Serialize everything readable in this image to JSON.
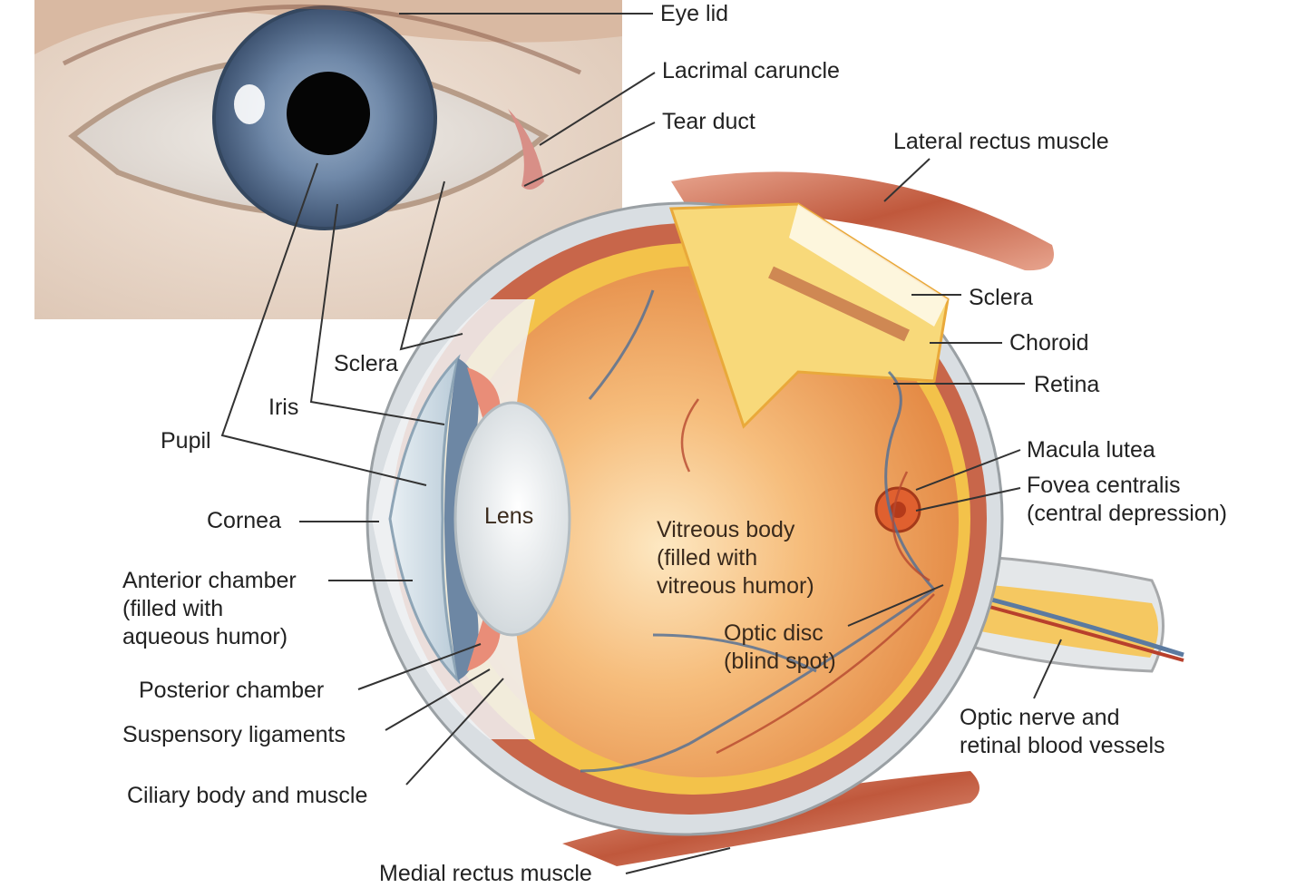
{
  "labels": {
    "eye_lid": "Eye lid",
    "lacrimal_caruncle": "Lacrimal caruncle",
    "tear_duct": "Tear duct",
    "lateral_rectus": "Lateral rectus muscle",
    "sclera_right": "Sclera",
    "choroid": "Choroid",
    "retina": "Retina",
    "macula": "Macula lutea",
    "fovea": "Fovea centralis\n(central depression)",
    "optic_nerve": "Optic nerve and\nretinal blood vessels",
    "medial_rectus": "Medial rectus muscle",
    "sclera_left": "Sclera",
    "iris": "Iris",
    "pupil": "Pupil",
    "cornea": "Cornea",
    "anterior_chamber": "Anterior chamber\n(filled with\naqueous humor)",
    "posterior_chamber": "Posterior chamber",
    "suspensory": "Suspensory ligaments",
    "ciliary": "Ciliary body and muscle",
    "lens": "Lens",
    "vitreous": "Vitreous body\n(filled with\nvitreous humor)",
    "optic_disc": "Optic disc\n(blind spot)"
  },
  "colors": {
    "skin": "#efe2d6",
    "iris": "#6f88a8",
    "sclera": "#e8ecee",
    "choroid": "#c25a3a",
    "retina": "#f3c24a",
    "vitreous": "#f2a65c",
    "muscle": "#c86a4c",
    "line": "#333333"
  }
}
